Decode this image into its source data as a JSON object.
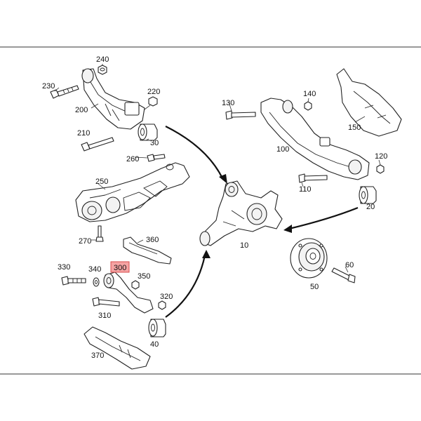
{
  "parts": [
    {
      "id": "p240",
      "label": "240"
    },
    {
      "id": "p230",
      "label": "230"
    },
    {
      "id": "p220",
      "label": "220"
    },
    {
      "id": "p200",
      "label": "200"
    },
    {
      "id": "p210",
      "label": "210"
    },
    {
      "id": "p30",
      "label": "30"
    },
    {
      "id": "p260",
      "label": "260"
    },
    {
      "id": "p250",
      "label": "250"
    },
    {
      "id": "p270",
      "label": "270"
    },
    {
      "id": "p360",
      "label": "360"
    },
    {
      "id": "p330",
      "label": "330"
    },
    {
      "id": "p340",
      "label": "340"
    },
    {
      "id": "p300",
      "label": "300",
      "highlighted": true
    },
    {
      "id": "p350",
      "label": "350"
    },
    {
      "id": "p320",
      "label": "320"
    },
    {
      "id": "p310",
      "label": "310"
    },
    {
      "id": "p40",
      "label": "40"
    },
    {
      "id": "p370",
      "label": "370"
    },
    {
      "id": "p10",
      "label": "10"
    },
    {
      "id": "p130",
      "label": "130"
    },
    {
      "id": "p140",
      "label": "140"
    },
    {
      "id": "p150",
      "label": "150"
    },
    {
      "id": "p100",
      "label": "100"
    },
    {
      "id": "p120",
      "label": "120"
    },
    {
      "id": "p110",
      "label": "110"
    },
    {
      "id": "p20",
      "label": "20"
    },
    {
      "id": "p60",
      "label": "60"
    },
    {
      "id": "p50",
      "label": "50"
    }
  ],
  "colors": {
    "highlight_fill": "#f5a3a3",
    "highlight_stroke": "#d84c4c",
    "line": "#222222",
    "background": "#ffffff"
  }
}
